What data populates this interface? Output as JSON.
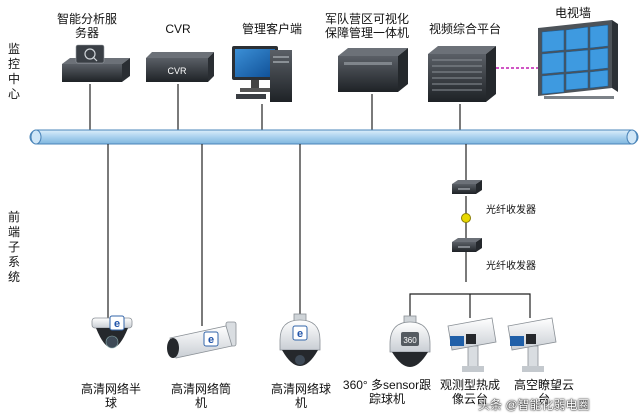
{
  "side_labels": {
    "monitoring_center": "监控中心",
    "front_subsystem": "前端子系统"
  },
  "top_devices": [
    {
      "name": "intelligent-analysis-server",
      "label": "智能分析服务器"
    },
    {
      "name": "cvr",
      "label": "CVR"
    },
    {
      "name": "management-client",
      "label": "管理客户端"
    },
    {
      "name": "visual-management-unit",
      "label": "军队营区可视化保障管理一体机"
    },
    {
      "name": "video-platform",
      "label": "视频综合平台"
    },
    {
      "name": "tv-wall",
      "label": "电视墙"
    }
  ],
  "device_badges": {
    "cvr": "CVR",
    "ptz_360": "360"
  },
  "fiber_transceivers": [
    "光纤收发器",
    "光纤收发器"
  ],
  "cameras": [
    {
      "name": "dome-camera",
      "label": "高清网络半球"
    },
    {
      "name": "bullet-camera",
      "label": "高清网络筒机"
    },
    {
      "name": "speed-dome",
      "label": "高清网络球机"
    },
    {
      "name": "tracking-ptz",
      "label": "360° 多sensor跟踪球机"
    },
    {
      "name": "thermal-ptz",
      "label": "观测型热成像云台"
    },
    {
      "name": "high-view-ptz",
      "label": "高空瞭望云台"
    }
  ],
  "watermark": "头条 @智能化弱电圈",
  "colors": {
    "backbone": "#a9d1ee",
    "backbone_edge": "#4a84b8",
    "link": "#222222",
    "video_link": "#c01eb0",
    "fiber_dot": "#e8d800"
  }
}
